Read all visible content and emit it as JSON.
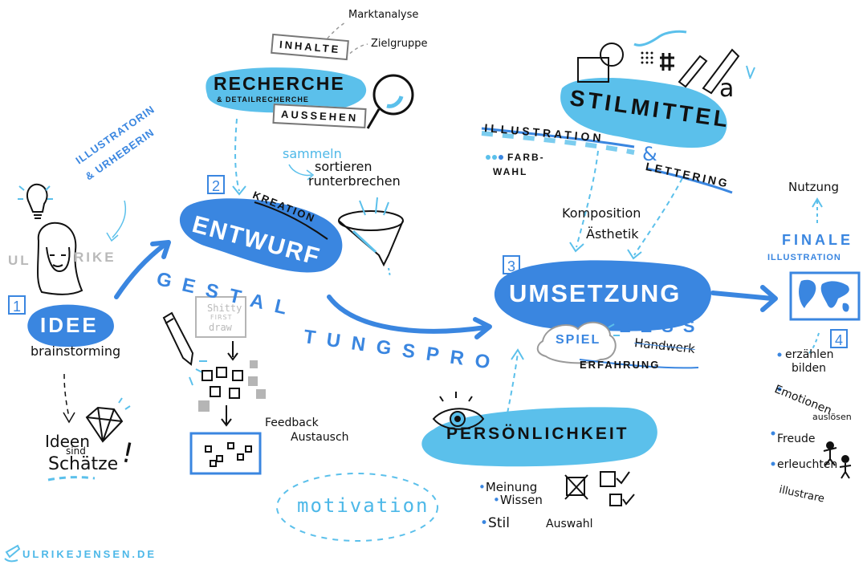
{
  "steps": {
    "idee": {
      "number": "1",
      "title": "IDEE",
      "sub": "brainstorming"
    },
    "entwurf": {
      "number": "2",
      "title": "ENTWURF",
      "strike": "KREATION"
    },
    "umsetzung": {
      "number": "3",
      "title": "UMSETZUNG",
      "spiel": "SPIEL",
      "zess": "ZESS",
      "handwerk": "Handwerk",
      "erfahrung": "ERFAHRUNG"
    },
    "finale": {
      "number": "4",
      "line1": "FINALE",
      "line2": "ILLUSTRATION",
      "nutzung": "Nutzung"
    }
  },
  "illustratorin": {
    "line1": "ILLUSTRATORIN",
    "line2": "& URHEBERIN",
    "name_left": "UL",
    "name_right": "RIKE"
  },
  "ideen": {
    "line1": "Ideen",
    "line2": "sind",
    "line3": "Schätze",
    "mark": "!"
  },
  "recherche": {
    "title": "RECHERCHE",
    "subtitle": "& DETAILRECHERCHE",
    "tag_inhalte": "INHALTE",
    "tag_aussehen": "AUSSEHEN",
    "marktanalyse": "Marktanalyse",
    "zielgruppe": "Zielgruppe",
    "sammeln": "sammeln",
    "sortieren": "sortieren",
    "runterbrechen": "runterbrechen"
  },
  "gestaltung": {
    "part1": "GESTAL",
    "part2": "TUNGSPRO"
  },
  "draft": {
    "line1": "Shitty",
    "line2": "FIRST",
    "line3": "draw",
    "feedback": "Feedback",
    "austausch": "Austausch"
  },
  "motivation": "motivation",
  "stilmittel": {
    "title": "STILMITTEL",
    "illustration": "ILLUSTRATION",
    "amp": "&",
    "lettering": "LETTERING",
    "farb": "FARB-",
    "wahl": "WAHL",
    "komposition": "Komposition",
    "aesthetik": "Ästhetik",
    "letter": "a"
  },
  "persoenlichkeit": {
    "title": "PERSÖNLICHKEIT",
    "items": [
      "Meinung",
      "Wissen",
      "Stil"
    ],
    "auswahl": "Auswahl"
  },
  "finale_list": {
    "items": [
      "erzählen",
      "bilden",
      "Emotionen",
      "auslösen",
      "Freude",
      "erleuchten",
      "illustrare"
    ]
  },
  "signature": "ULRIKEJENSEN.DE",
  "colors": {
    "primary": "#3a86e0",
    "light": "#5bc0eb",
    "ink": "#111111",
    "grey": "#b5b5b5"
  }
}
